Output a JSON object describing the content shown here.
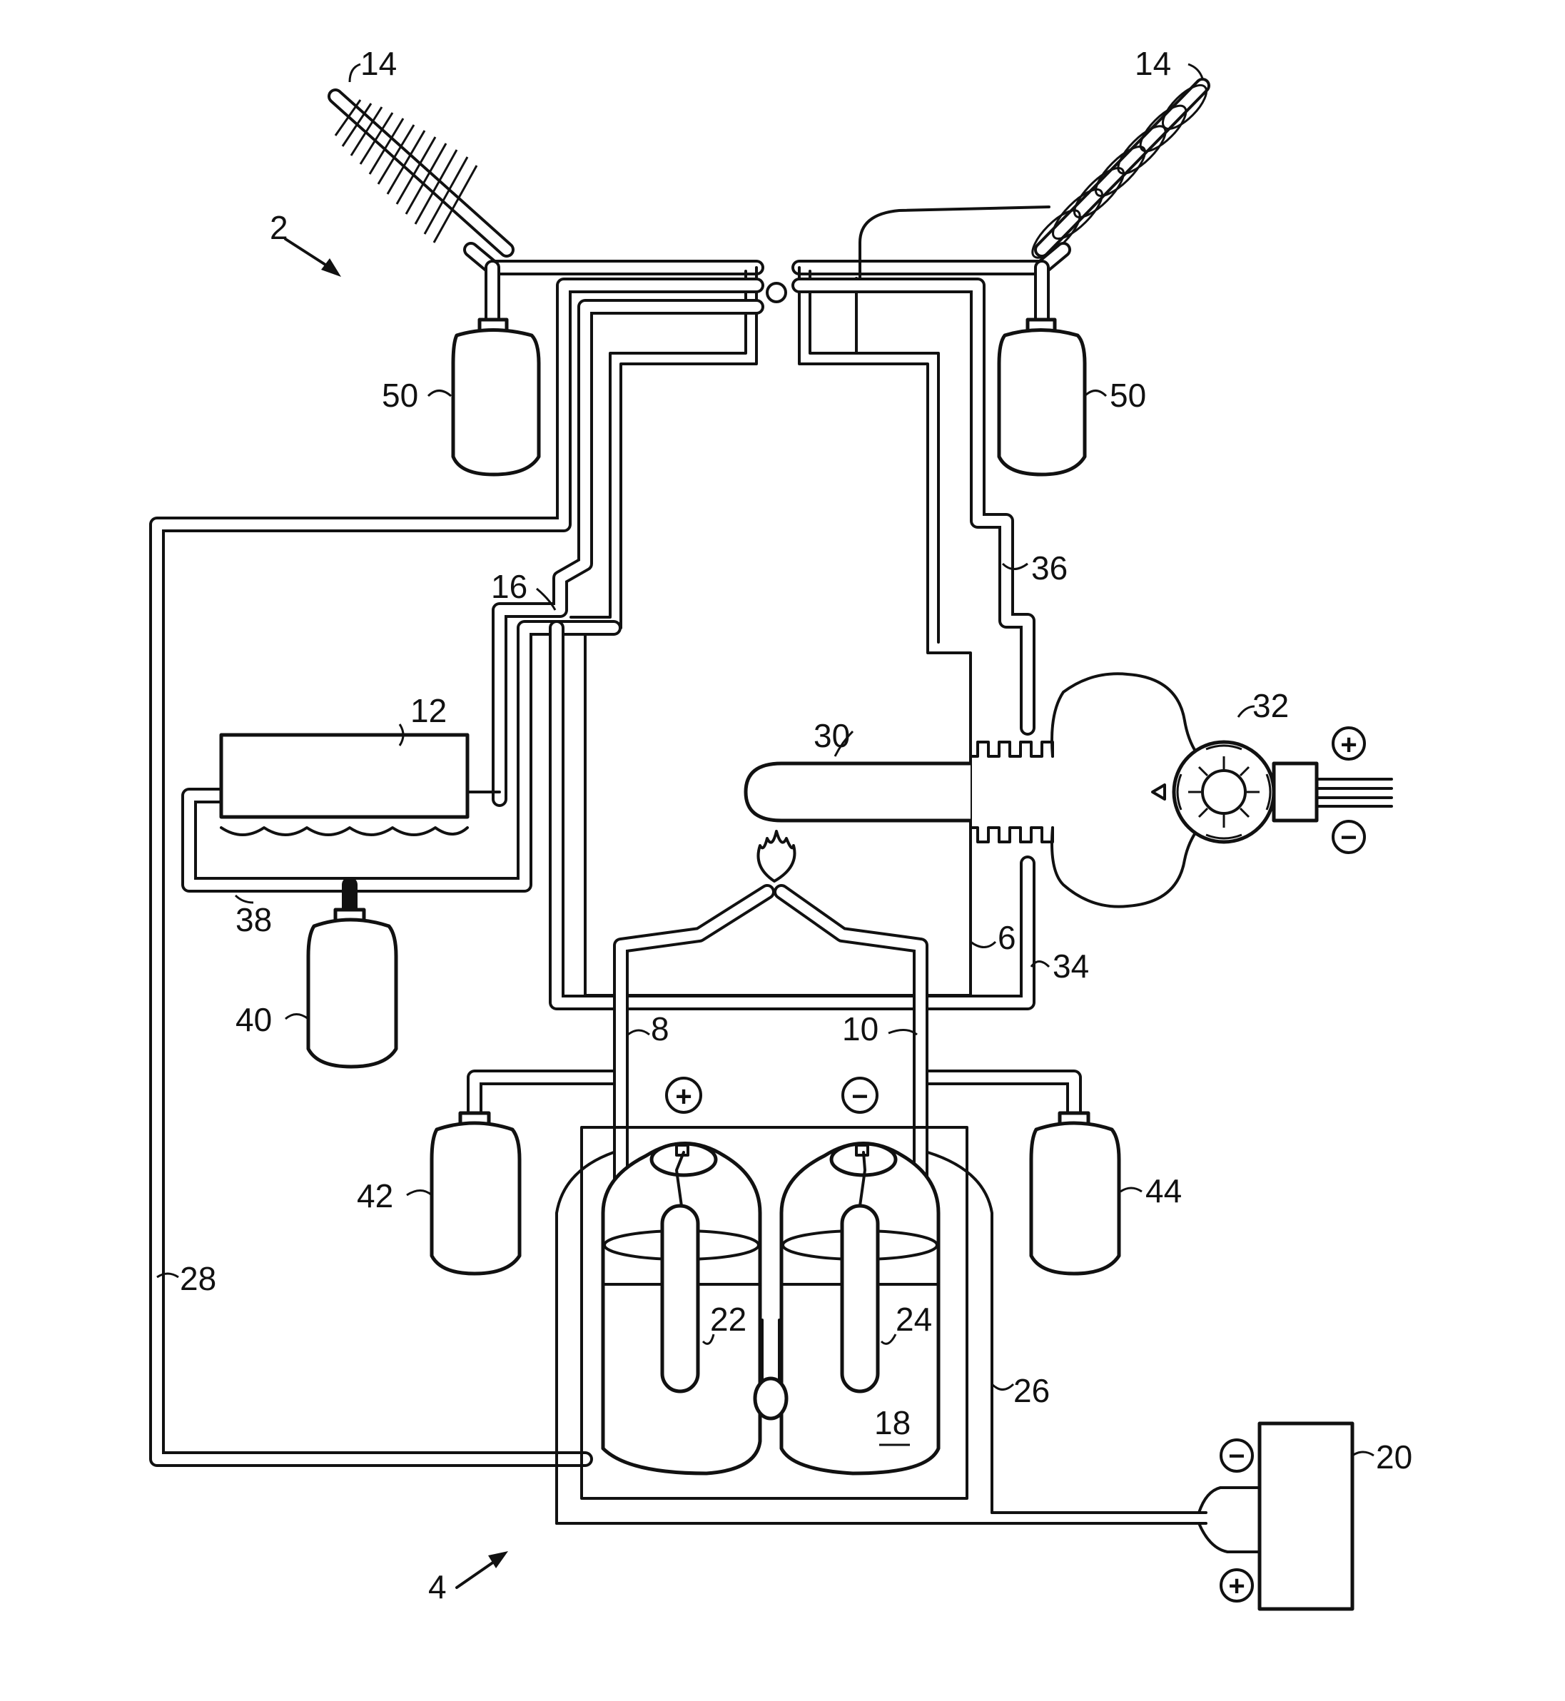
{
  "diagram": {
    "labels": {
      "system_top": "2",
      "system_bottom": "4",
      "chamber": "6",
      "line_8": "8",
      "line_10": "10",
      "unit_12": "12",
      "coil_left": "14",
      "coil_right": "14",
      "line_16": "16",
      "tank_18": "18",
      "power_supply": "20",
      "electrode_22": "22",
      "electrode_24": "24",
      "line_26": "26",
      "line_28": "28",
      "probe_30": "30",
      "turbine_32": "32",
      "line_34": "34",
      "line_36": "36",
      "line_38": "38",
      "bottle_40": "40",
      "bottle_42": "42",
      "bottle_44": "44",
      "bottle_50_left": "50",
      "bottle_50_right": "50"
    },
    "polarity": {
      "plus": "+",
      "minus": "−"
    }
  }
}
